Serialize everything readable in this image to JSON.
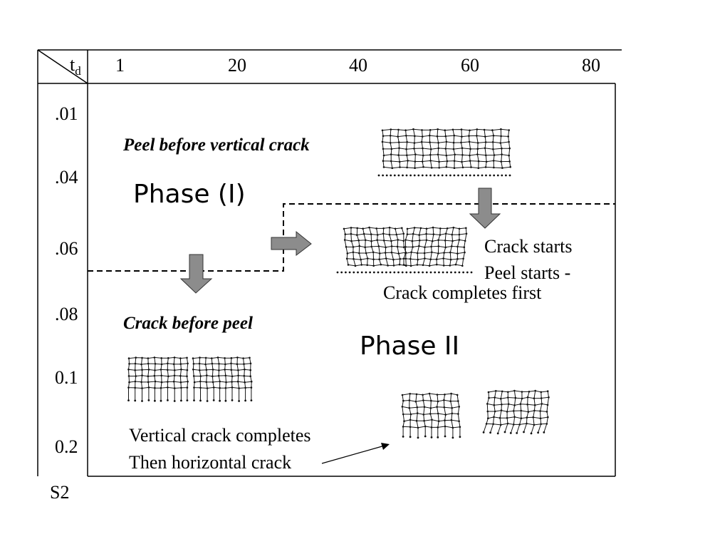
{
  "header": {
    "corner_symbol": "t",
    "corner_subscript": "d",
    "columns": [
      "1",
      "20",
      "40",
      "60",
      "80"
    ]
  },
  "rows": [
    ".01",
    ".04",
    ".06",
    ".08",
    "0.1",
    "0.2"
  ],
  "footer_label": "S2",
  "regions": {
    "phase_one": {
      "title": "Phase (I)",
      "caption": "Peel before vertical crack"
    },
    "crack_before_peel": {
      "caption": "Crack before peel"
    },
    "phase_two": {
      "title": "Phase II"
    }
  },
  "notes": {
    "crack_starts": "Crack starts",
    "peel_starts": "Peel starts -",
    "crack_completes_first": "Crack completes first",
    "vertical_crack_completes": "Vertical crack completes",
    "then_horizontal_crack": "Then horizontal crack"
  }
}
